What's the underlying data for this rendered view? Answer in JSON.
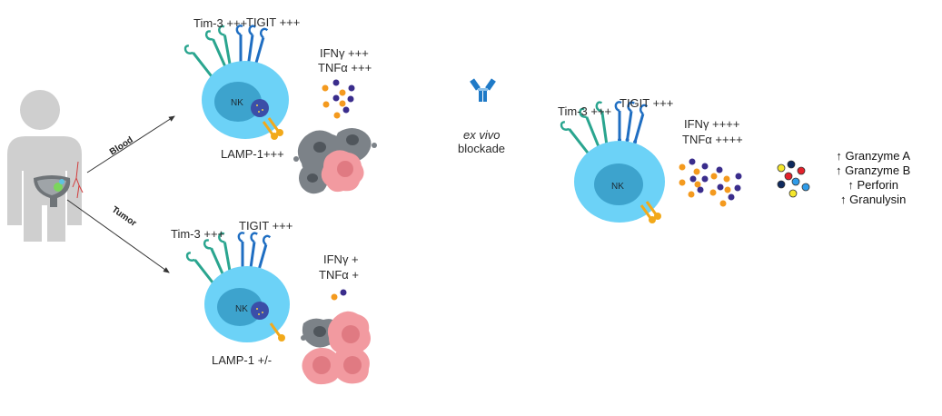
{
  "patient": {
    "arrows": [
      {
        "label": "Blood"
      },
      {
        "label": "Tumor"
      }
    ]
  },
  "blood_panel": {
    "receptor_labels": {
      "tim3": "Tim-3 +++",
      "tigit": "TIGIT +++"
    },
    "cell_label": "NK",
    "cytokines": {
      "ifng": "IFNγ +++",
      "tnfa": "TNFα +++"
    },
    "degranulation": "LAMP-1+++"
  },
  "tumor_panel": {
    "receptor_labels": {
      "tim3": "Tim-3 +++",
      "tigit": "TIGIT +++"
    },
    "cell_label": "NK",
    "cytokines": {
      "ifng": "IFNγ +",
      "tnfa": "TNFα +"
    },
    "degranulation": "LAMP-1 +/-"
  },
  "blockade": {
    "line1": "ex vivo",
    "line2": "blockade"
  },
  "treated_panel": {
    "receptor_labels": {
      "tim3": "Tim-3 +++",
      "tigit": "TIGIT +++"
    },
    "cell_label": "NK",
    "cytokines": {
      "ifng": "IFNγ ++++",
      "tnfa": "TNFα ++++"
    }
  },
  "effector_molecules": [
    "↑ Granzyme A",
    "↑  Granzyme B",
    "↑  Perforin",
    "↑  Granulysin"
  ],
  "colors": {
    "cell_cytoplasm": "#6cd2f7",
    "cell_nucleus": "#3da3cd",
    "tim3": "#2aa58f",
    "tigit": "#1f6ec2",
    "lamp1": "#f2a91a",
    "ifng_dot": "#f49a1e",
    "tnfa_dot": "#3a2d8c",
    "tumor_cell": "#f29aa0",
    "dead_cell": "#7c8288",
    "body": "#cfcfcf",
    "antibody": "#1f7ac7"
  }
}
